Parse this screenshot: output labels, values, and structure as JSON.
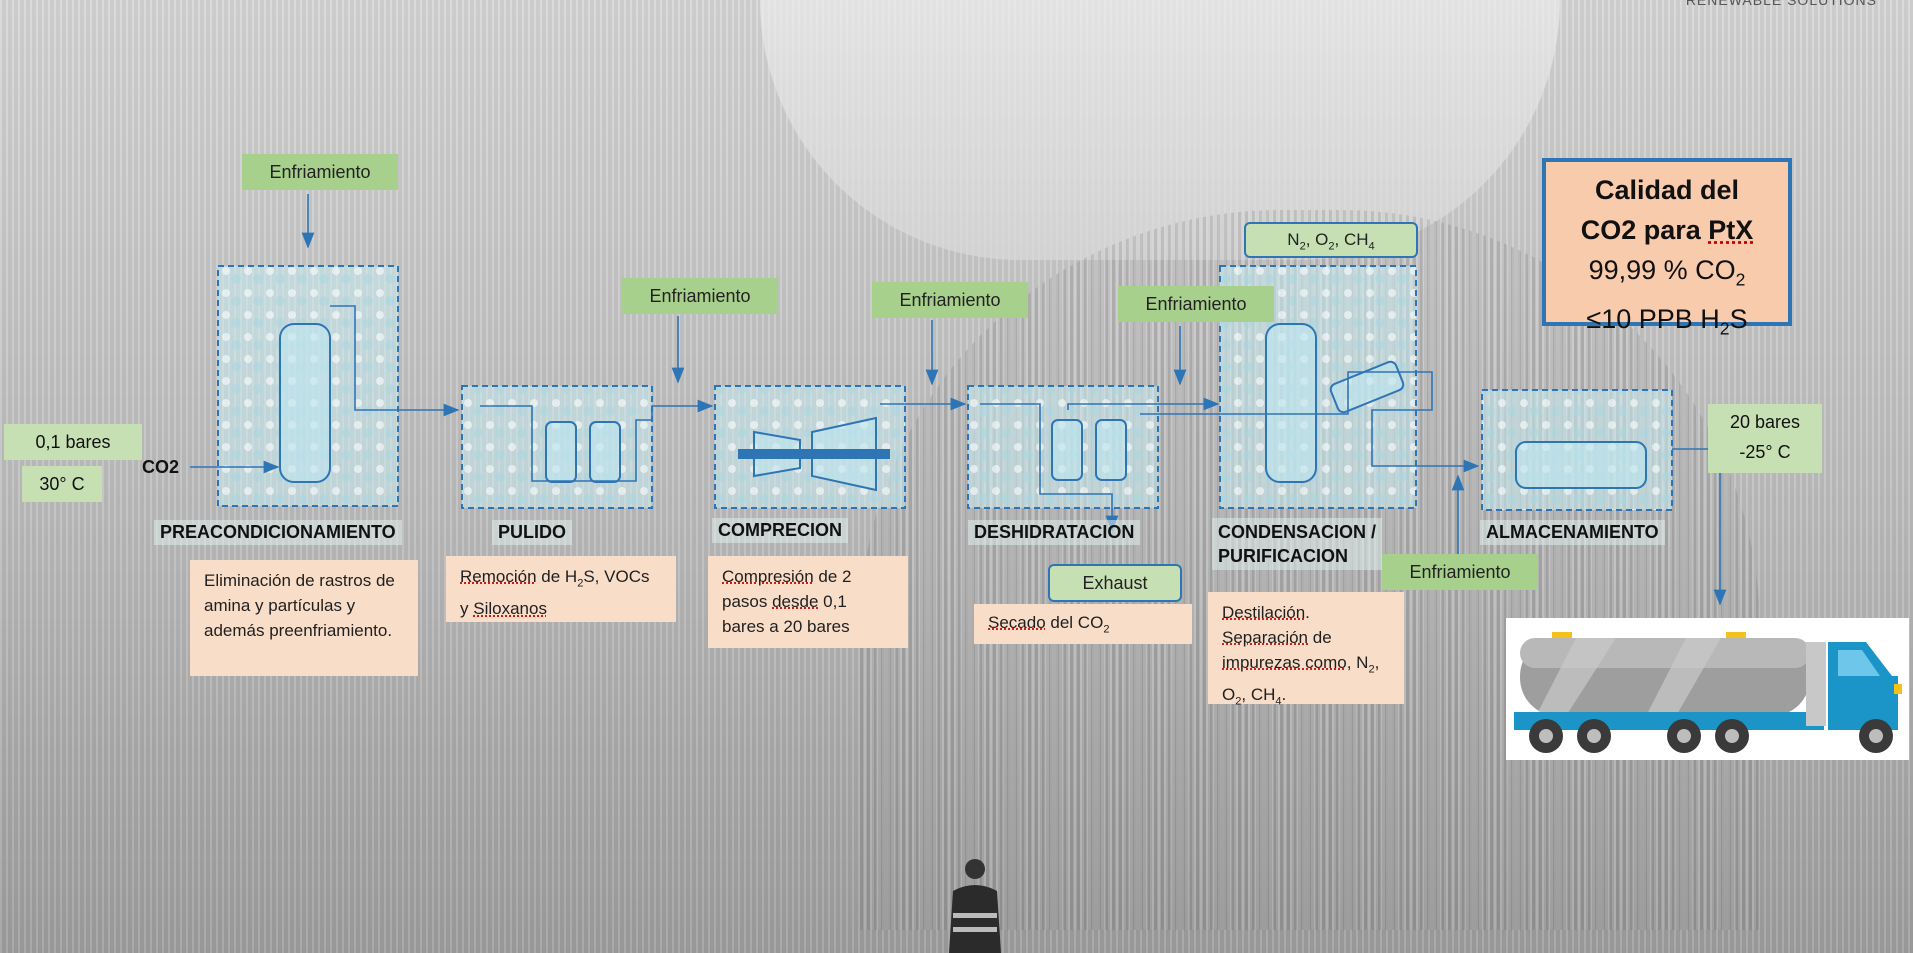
{
  "header_text": "RENEWABLE SOLUTIONS",
  "inputs": {
    "pressure": "0,1 bares",
    "temperature": "30° C",
    "feed": "CO2"
  },
  "cooling_label": "Enfriamiento",
  "stages": {
    "preacondicionamiento": "PREACONDICIONAMIENTO",
    "pulido": "PULIDO",
    "comprecion": "COMPRECION",
    "deshidratacion": "DESHIDRATACION",
    "condensacion_line1": "CONDENSACION /",
    "condensacion_line2": "PURIFICACION",
    "almacenamiento": "ALMACENAMIENTO"
  },
  "notes": {
    "preacondicionamiento": "Eliminación de rastros de amina y partículas y además preenfriamiento.",
    "pulido_1": "Remoción",
    "pulido_2": " de H",
    "pulido_sub": "2",
    "pulido_3": "S, VOCs y ",
    "pulido_4": "Siloxanos",
    "comprecion_1": "Compresión",
    "comprecion_2": " de 2 pasos ",
    "comprecion_3": "desde",
    "comprecion_4": " 0,1 bares a 20 bares",
    "deshidratacion_1": "Secado",
    "deshidratacion_2": " del CO",
    "deshidratacion_sub": "2",
    "condensacion_1": "Destilación",
    "condensacion_2": ". ",
    "condensacion_3": "Separación",
    "condensacion_4": " de ",
    "condensacion_5": "impurezas como",
    "condensacion_6": ", N",
    "condensacion_7": ", O",
    "condensacion_8": ", CH",
    "condensacion_9": "."
  },
  "exhaust": "Exhaust",
  "impurities": {
    "n": "N",
    "o": ", O",
    "ch": ", CH",
    "sub2": "2",
    "sub4": "4"
  },
  "output": {
    "pressure": "20 bares",
    "temperature": "-25° C"
  },
  "quality": {
    "line1": "Calidad del",
    "line2a": "CO2 para ",
    "line2b": "PtX",
    "line3a": "99,99 % CO",
    "line3sub": "2",
    "line4a": "≤10 PPB H",
    "line4sub": "2",
    "line4b": "S"
  },
  "colors": {
    "accent": "#2e75b6",
    "cooling": "#a8d08d",
    "note": "#f8ddc9",
    "quality_bg": "#f8cbad"
  }
}
